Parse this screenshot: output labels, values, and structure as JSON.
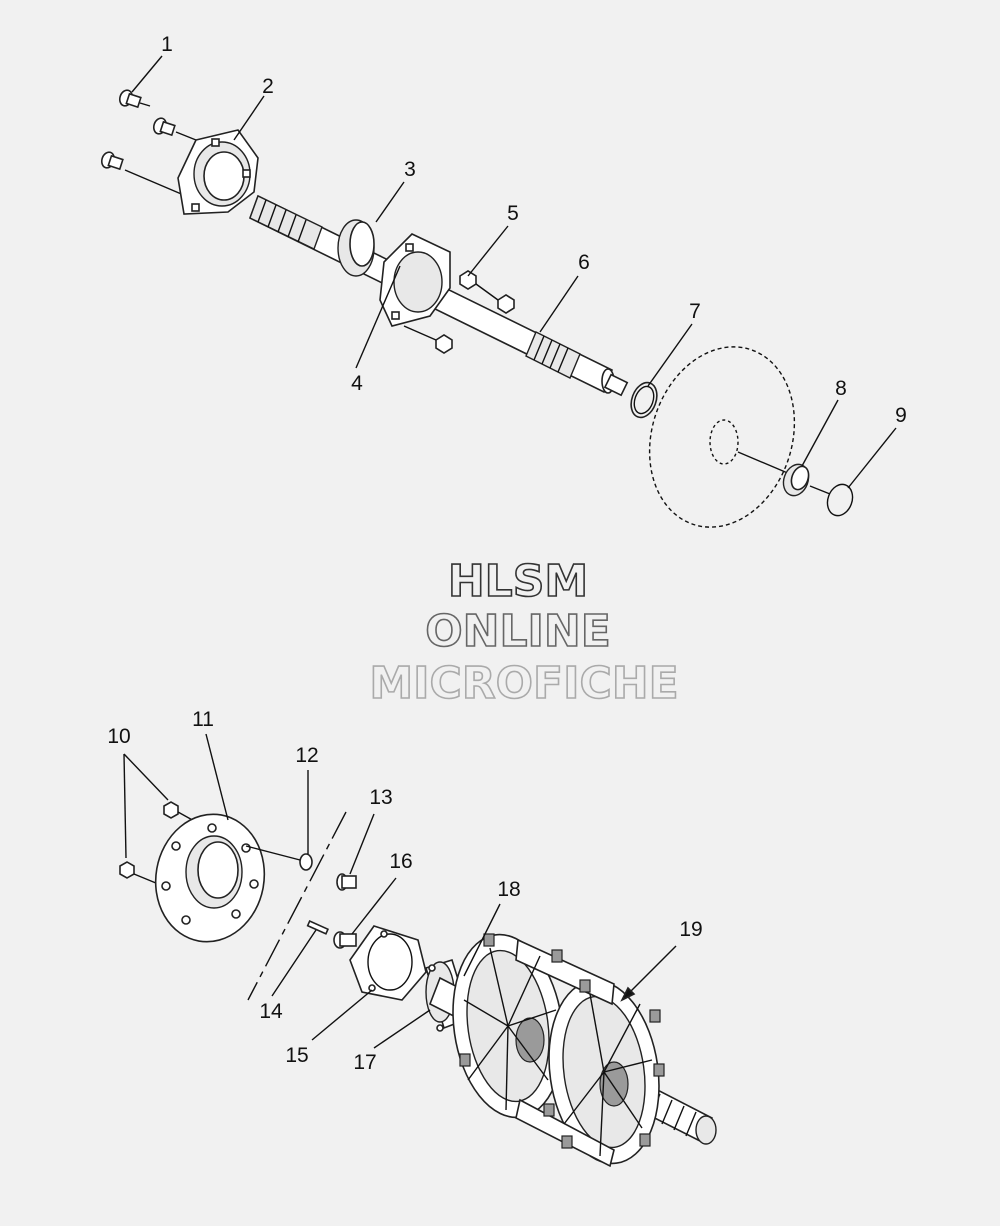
{
  "labels": {
    "p1": "1",
    "p2": "2",
    "p3": "3",
    "p4": "4",
    "p5": "5",
    "p6": "6",
    "p7": "7",
    "p8": "8",
    "p9": "9",
    "p10": "10",
    "p11": "11",
    "p12": "12",
    "p13": "13",
    "p14": "14",
    "p15": "15",
    "p16": "16",
    "p17": "17",
    "p18": "18",
    "p19": "19"
  },
  "watermark": {
    "line1": "HLSM",
    "line2": "ONLINE",
    "line3": "MICROFICHE",
    "colors": {
      "line1": "#333333",
      "line2": "#666666",
      "line3": "#aaaaaa"
    }
  }
}
